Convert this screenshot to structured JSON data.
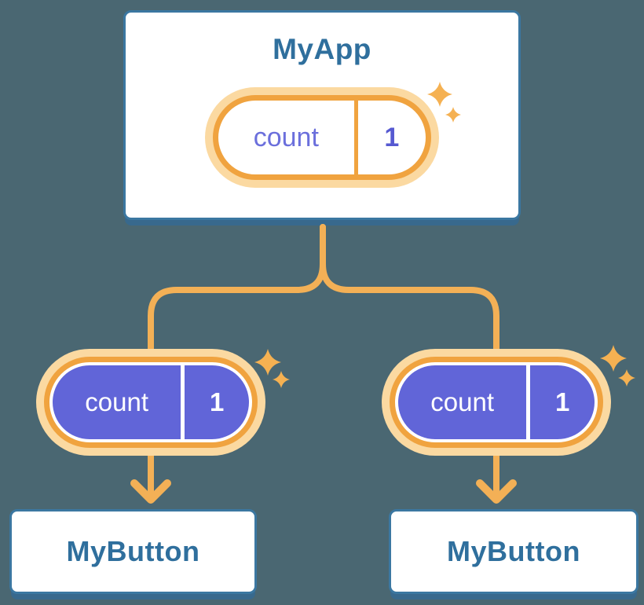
{
  "diagram": {
    "root": {
      "title": "MyApp",
      "state": {
        "name": "count",
        "value": "1"
      }
    },
    "children": [
      {
        "title": "MyButton",
        "prop": {
          "name": "count",
          "value": "1"
        }
      },
      {
        "title": "MyButton",
        "prop": {
          "name": "count",
          "value": "1"
        }
      }
    ]
  },
  "colors": {
    "background": "#4A6772",
    "card_fill": "#FFFFFF",
    "card_border": "#3B77A1",
    "card_shadow": "#38698D",
    "title_text": "#2F6F9D",
    "pill_ring_orange": "#F0A33F",
    "pill_glow": "#FBD9A1",
    "connector_orange": "#F3B056",
    "sparkle_orange": "#F5B152",
    "pill_purple_fill": "#6165D8",
    "state_name_text": "#6B6FDC",
    "state_value_text": "#5659D1",
    "props_text": "#FFFFFF"
  }
}
